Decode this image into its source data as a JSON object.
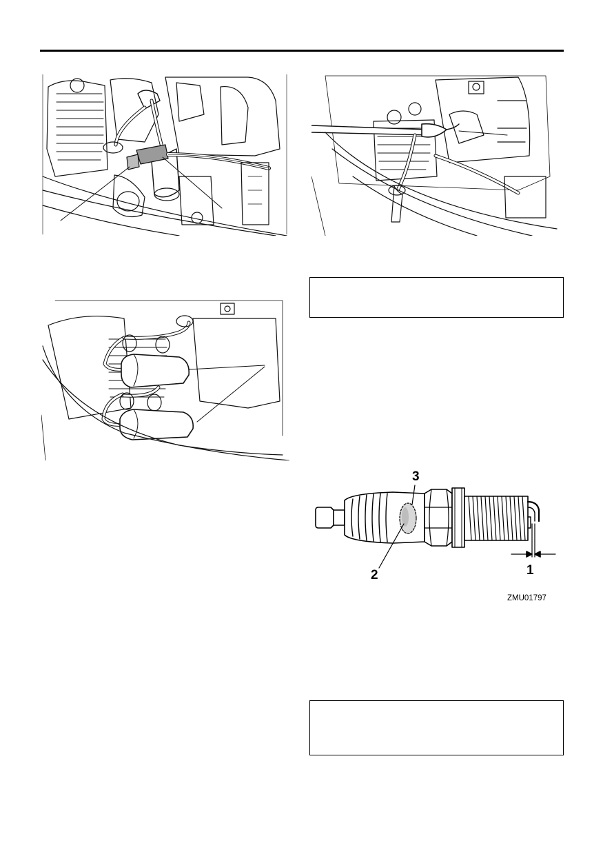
{
  "spark_plug_figure": {
    "callouts": {
      "gap": "1",
      "electrode": "2",
      "insulator": "3"
    },
    "figure_code": "ZMU01797"
  }
}
